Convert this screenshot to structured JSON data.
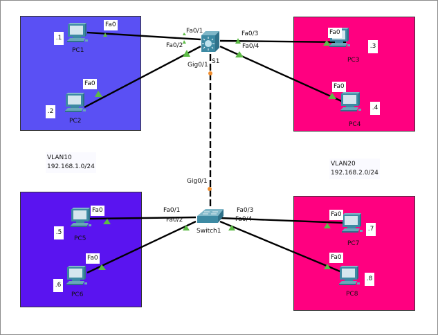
{
  "colors": {
    "vlan10_zone": "#5a50f4",
    "vlan10_zone_bottom": "#5a14f0",
    "vlan20_zone": "#ff0080",
    "link": "#000000",
    "port_up": "#5dbb46",
    "port_trunk": "#f08c2c"
  },
  "vlans": [
    {
      "name": "VLAN10",
      "subnet": "192.168.1.0/24"
    },
    {
      "name": "VLAN20",
      "subnet": "192.168.2.0/24"
    }
  ],
  "switches": [
    {
      "name": "S1",
      "type": "multilayer-switch",
      "ports": [
        "Fa0/1",
        "Fa0/2",
        "Fa0/3",
        "Fa0/4",
        "Gig0/1"
      ]
    },
    {
      "name": "Switch1",
      "type": "switch",
      "ports": [
        "Fa0/1",
        "Fa0/2",
        "Fa0/3",
        "Fa0/4",
        "Gig0/1"
      ]
    }
  ],
  "pcs": [
    {
      "name": "PC1",
      "ip": ".1",
      "port": "Fa0"
    },
    {
      "name": "PC2",
      "ip": ".2",
      "port": "Fa0"
    },
    {
      "name": "PC3",
      "ip": ".3",
      "port": "Fa0"
    },
    {
      "name": "PC4",
      "ip": ".4",
      "port": "Fa0"
    },
    {
      "name": "PC5",
      "ip": ".5",
      "port": "Fa0"
    },
    {
      "name": "PC6",
      "ip": ".6",
      "port": "Fa0"
    },
    {
      "name": "PC7",
      "ip": ".7",
      "port": "Fa0"
    },
    {
      "name": "PC8",
      "ip": ".8",
      "port": "Fa0"
    }
  ]
}
